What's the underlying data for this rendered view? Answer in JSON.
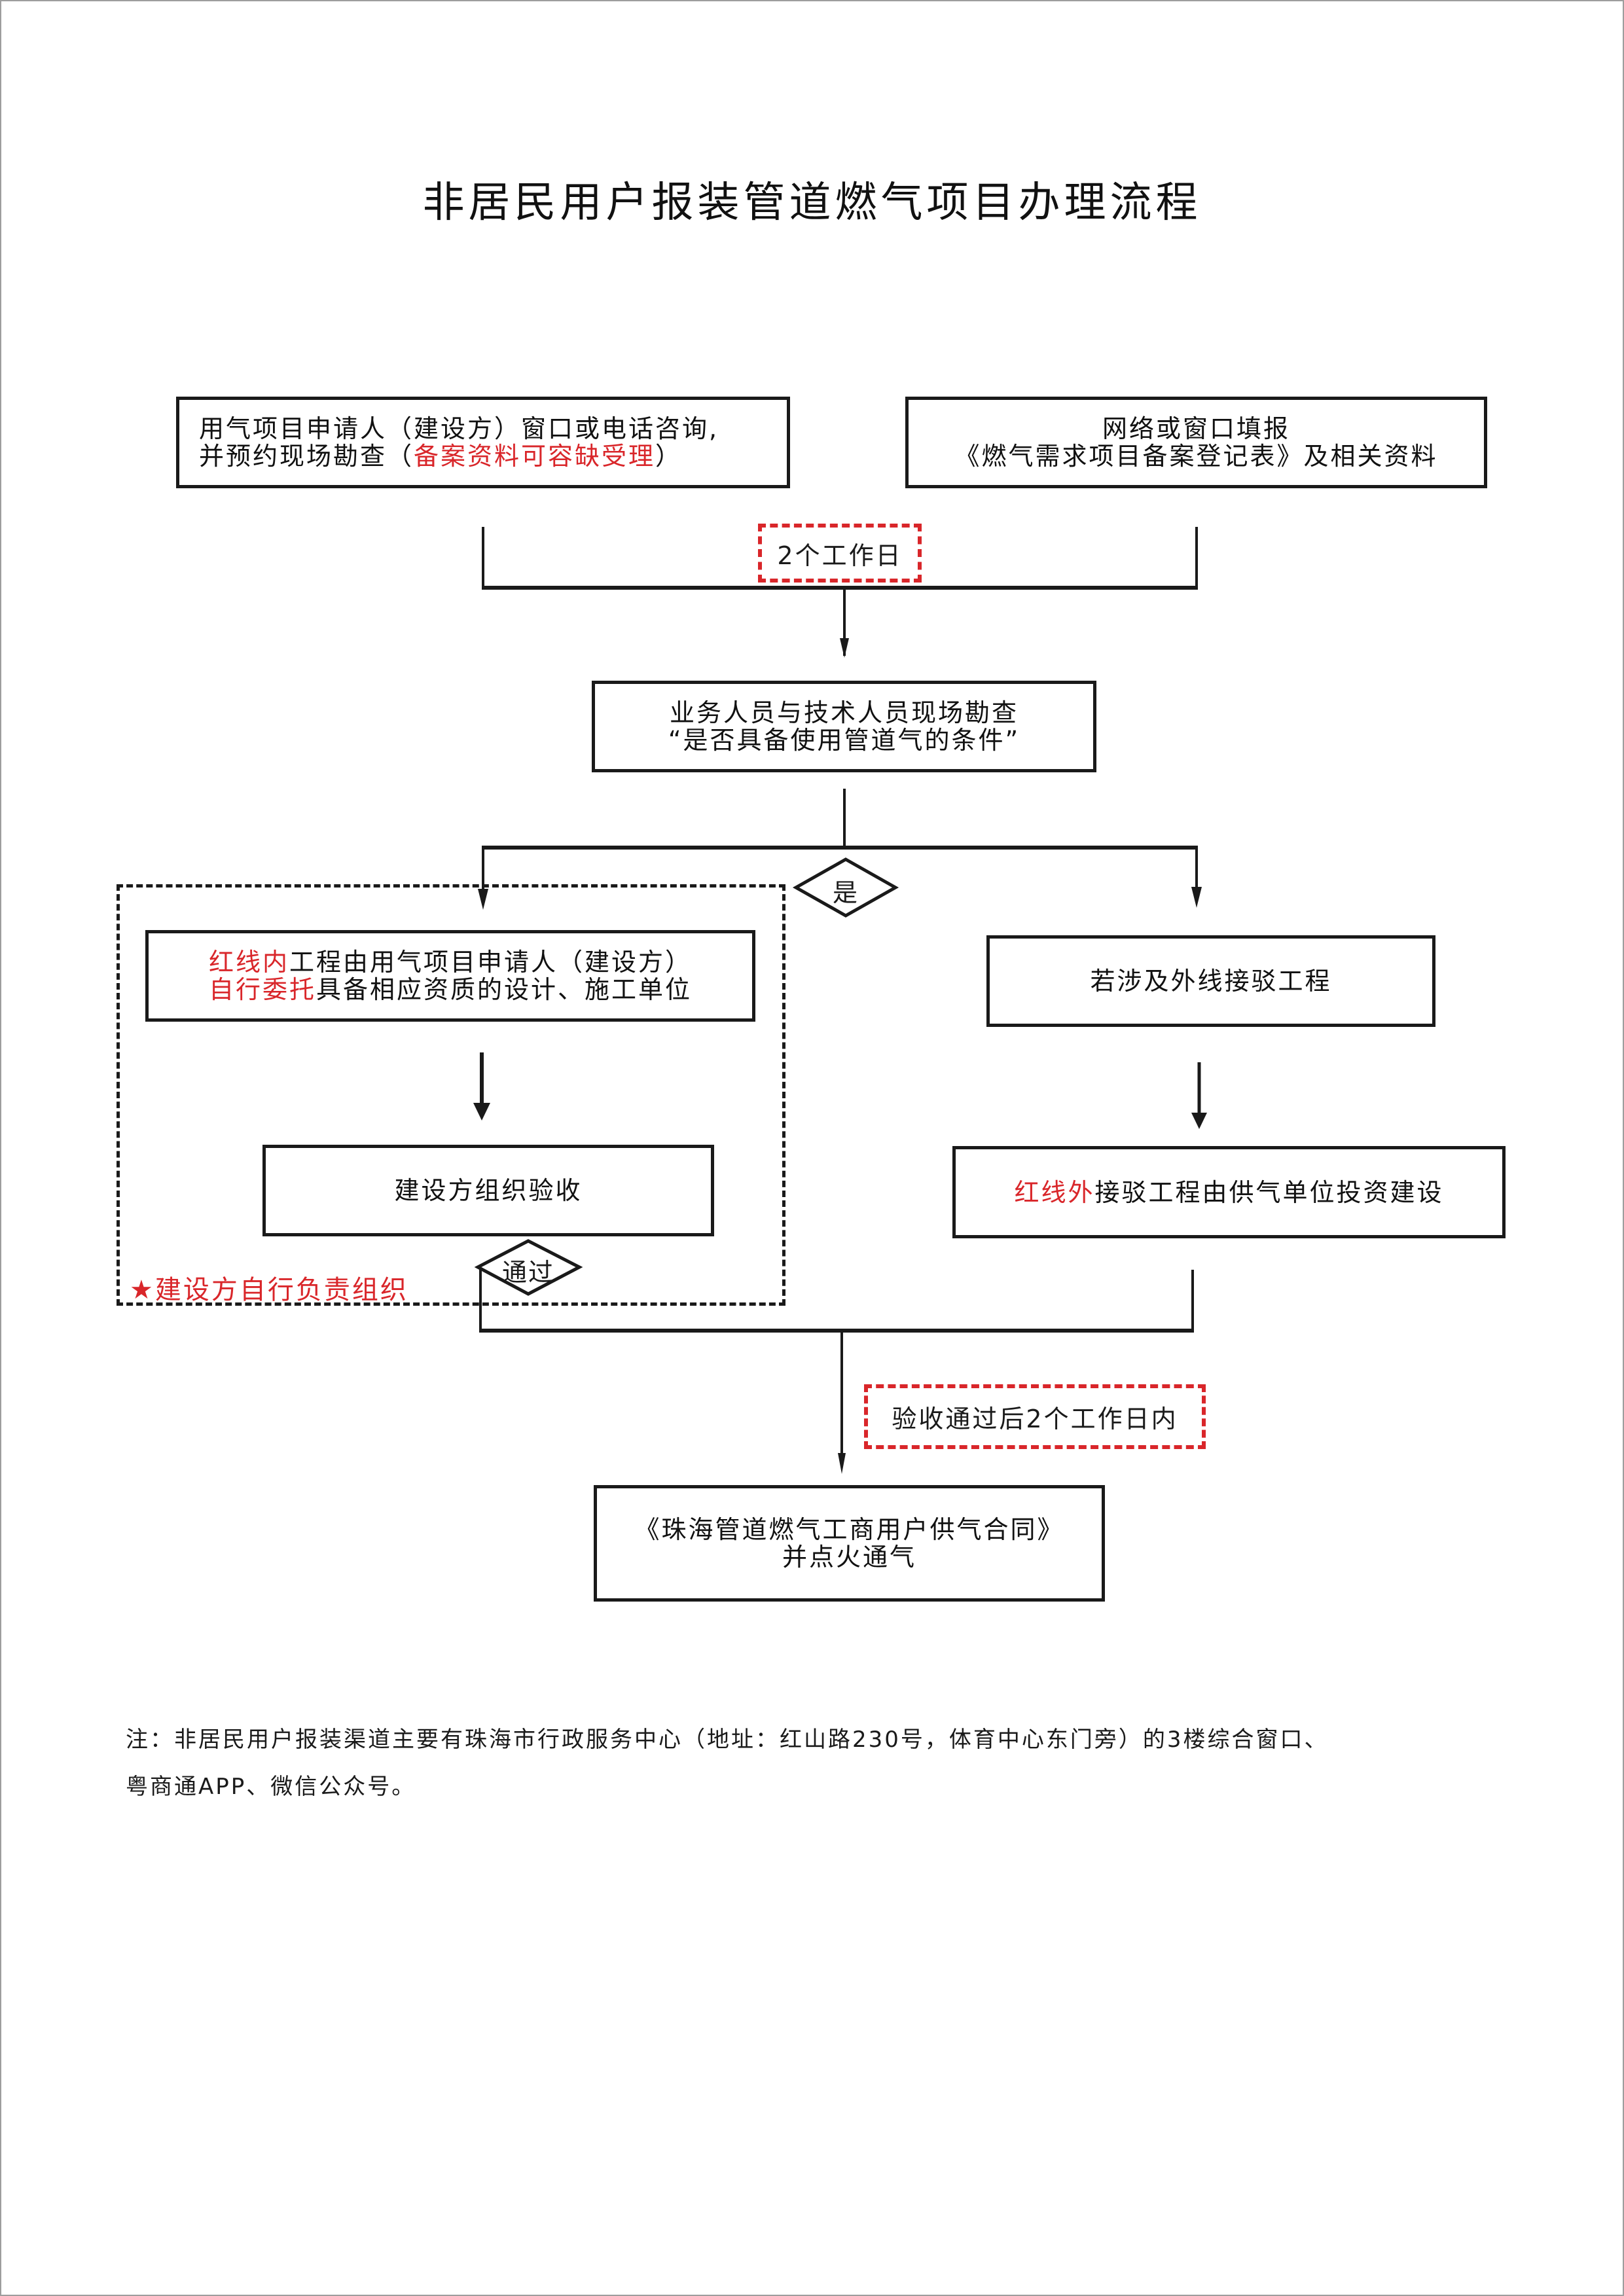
{
  "title": "非居民用户报装管道燃气项目办理流程",
  "colors": {
    "accent_red": "#d9262a",
    "line": "#1a1a1a"
  },
  "steps": {
    "consult": {
      "line1": "用气项目申请人（建设方）窗口或电话咨询,",
      "line2_prefix": "并预约现场勘查（",
      "line2_red": "备案资料可容缺受理",
      "line2_suffix": "）"
    },
    "register": {
      "line1": "网络或窗口填报",
      "line2": "《燃气需求项目备案登记表》及相关资料"
    },
    "time_note_1": "2个工作日",
    "survey": {
      "line1": "业务人员与技术人员现场勘查",
      "line2": "“是否具备使用管道气的条件”"
    },
    "decision_yes": "是",
    "inner_works": {
      "line1_red": "红线内",
      "line1": "工程由用气项目申请人（建设方）",
      "line2_red": "自行委托",
      "line2": "具备相应资质的设计、施工单位"
    },
    "acceptance": "建设方组织验收",
    "decision_pass": "通过",
    "group_note_icon": "★",
    "group_note": "建设方自行负责组织",
    "outer_connect": "若涉及外线接驳工程",
    "outer_works": {
      "red": "红线外",
      "text": "接驳工程由供气单位投资建设"
    },
    "time_note_2": "验收通过后2个工作日内",
    "contract": {
      "line1": "《珠海管道燃气工商用户供气合同》",
      "line2": "并点火通气"
    }
  },
  "footnote": {
    "line1": "注：非居民用户报装渠道主要有珠海市行政服务中心（地址：红山路230号，体育中心东门旁）的3楼综合窗口、",
    "line2": "粤商通APP、微信公众号。"
  }
}
